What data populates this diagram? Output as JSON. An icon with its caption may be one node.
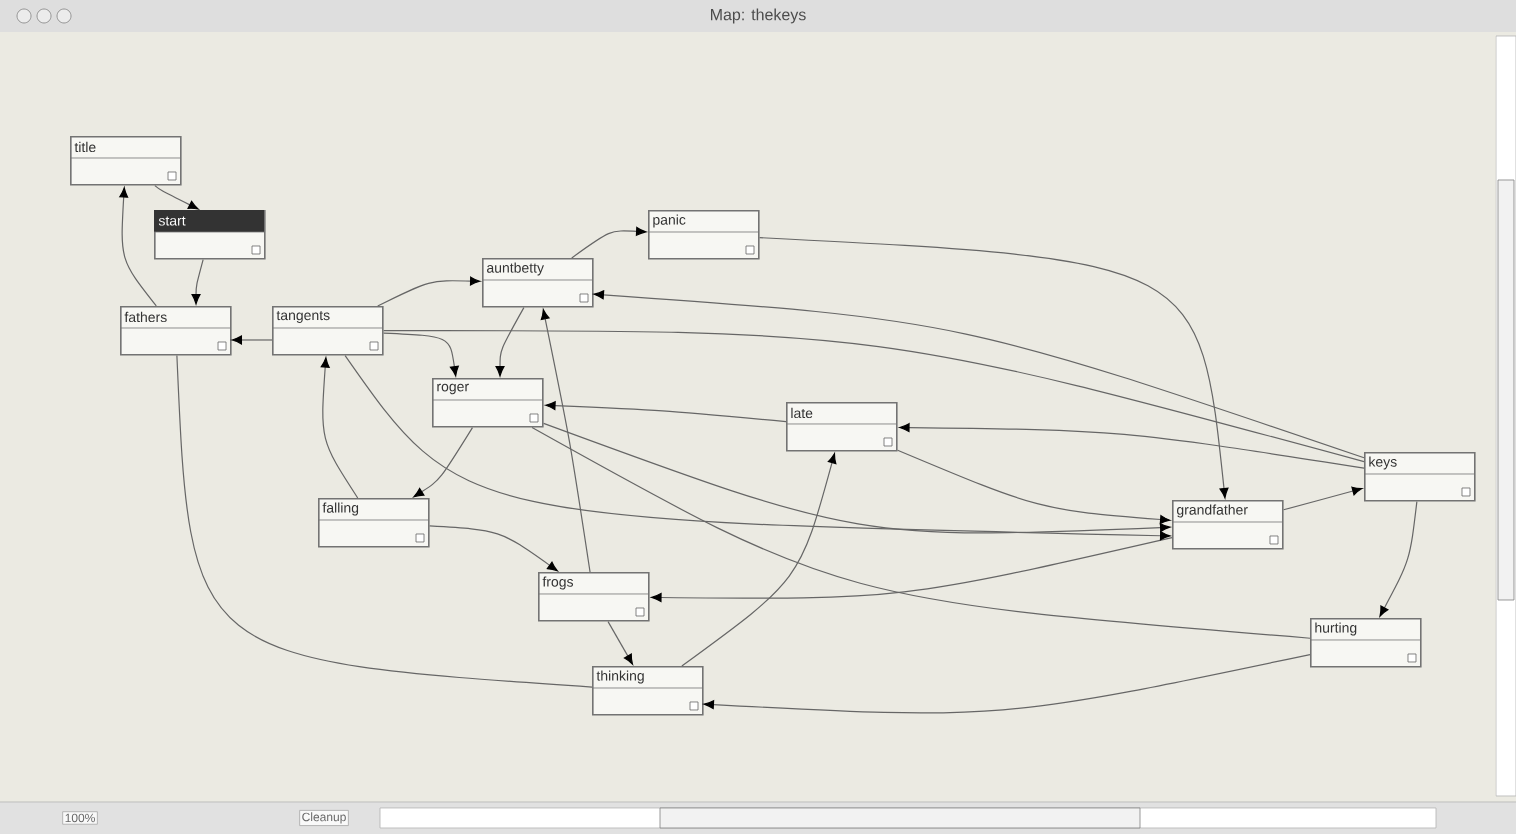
{
  "diagram": {
    "title": "Map: thekeys",
    "nodes": [
      {
        "text": [
          "title"
        ]
      },
      {
        "text": [
          "start"
        ]
      },
      {
        "text": [
          "fathers"
        ]
      },
      {
        "text": [
          "tangents"
        ]
      },
      {
        "text": [
          "auntbetty"
        ]
      },
      {
        "text": [
          "panic"
        ]
      },
      {
        "text": [
          "roger"
        ]
      },
      {
        "text": [
          "late"
        ]
      },
      {
        "text": [
          "grandfather"
        ]
      },
      {
        "text": [
          "keys"
        ]
      },
      {
        "text": [
          "falling"
        ]
      },
      {
        "text": [
          "frogs"
        ]
      },
      {
        "text": [
          "thinking"
        ]
      },
      {
        "text": [
          "hurting"
        ]
      }
    ],
    "edges": [
      {
        "from": 0,
        "to": 1,
        "arrow": "to"
      },
      {
        "from": 1,
        "to": 2,
        "arrow": "to"
      },
      {
        "from": 3,
        "to": 2,
        "arrow": "to"
      },
      {
        "from": 3,
        "to": 4,
        "arrow": "to"
      },
      {
        "from": 3,
        "to": 6,
        "arrow": "to"
      },
      {
        "from": 4,
        "to": 6,
        "arrow": "to"
      },
      {
        "from": 4,
        "to": 5,
        "arrow": "to"
      },
      {
        "from": 5,
        "to": 8,
        "arrow": "to"
      },
      {
        "from": 9,
        "to": 4,
        "arrow": "to"
      },
      {
        "from": 3,
        "to": 9,
        "arrow": "none"
      },
      {
        "from": 7,
        "to": 6,
        "arrow": "to"
      },
      {
        "from": 9,
        "to": 7,
        "arrow": "to"
      },
      {
        "from": 7,
        "to": 8,
        "arrow": "to"
      },
      {
        "from": 6,
        "to": 10,
        "arrow": "to"
      },
      {
        "from": 10,
        "to": 11,
        "arrow": "to"
      },
      {
        "from": 10,
        "to": 3,
        "arrow": "to"
      },
      {
        "from": 2,
        "to": 12,
        "arrow": "none"
      },
      {
        "from": 2,
        "to": 0,
        "arrow": "to"
      },
      {
        "from": 11,
        "to": 4,
        "arrow": "to"
      },
      {
        "from": 11,
        "to": 12,
        "arrow": "to"
      },
      {
        "from": 8,
        "to": 11,
        "arrow": "to"
      },
      {
        "from": 12,
        "to": 7,
        "arrow": "to"
      },
      {
        "from": 8,
        "to": 9,
        "arrow": "to"
      },
      {
        "from": 9,
        "to": 13,
        "arrow": "to"
      },
      {
        "from": 13,
        "to": 12,
        "arrow": "to"
      },
      {
        "from": 6,
        "to": 8,
        "arrow": "to"
      },
      {
        "from": 6,
        "to": 13,
        "arrow": "none"
      },
      {
        "from": 3,
        "to": 8,
        "arrow": "to"
      }
    ],
    "labels": [
      "100%",
      "Cleanup"
    ]
  }
}
